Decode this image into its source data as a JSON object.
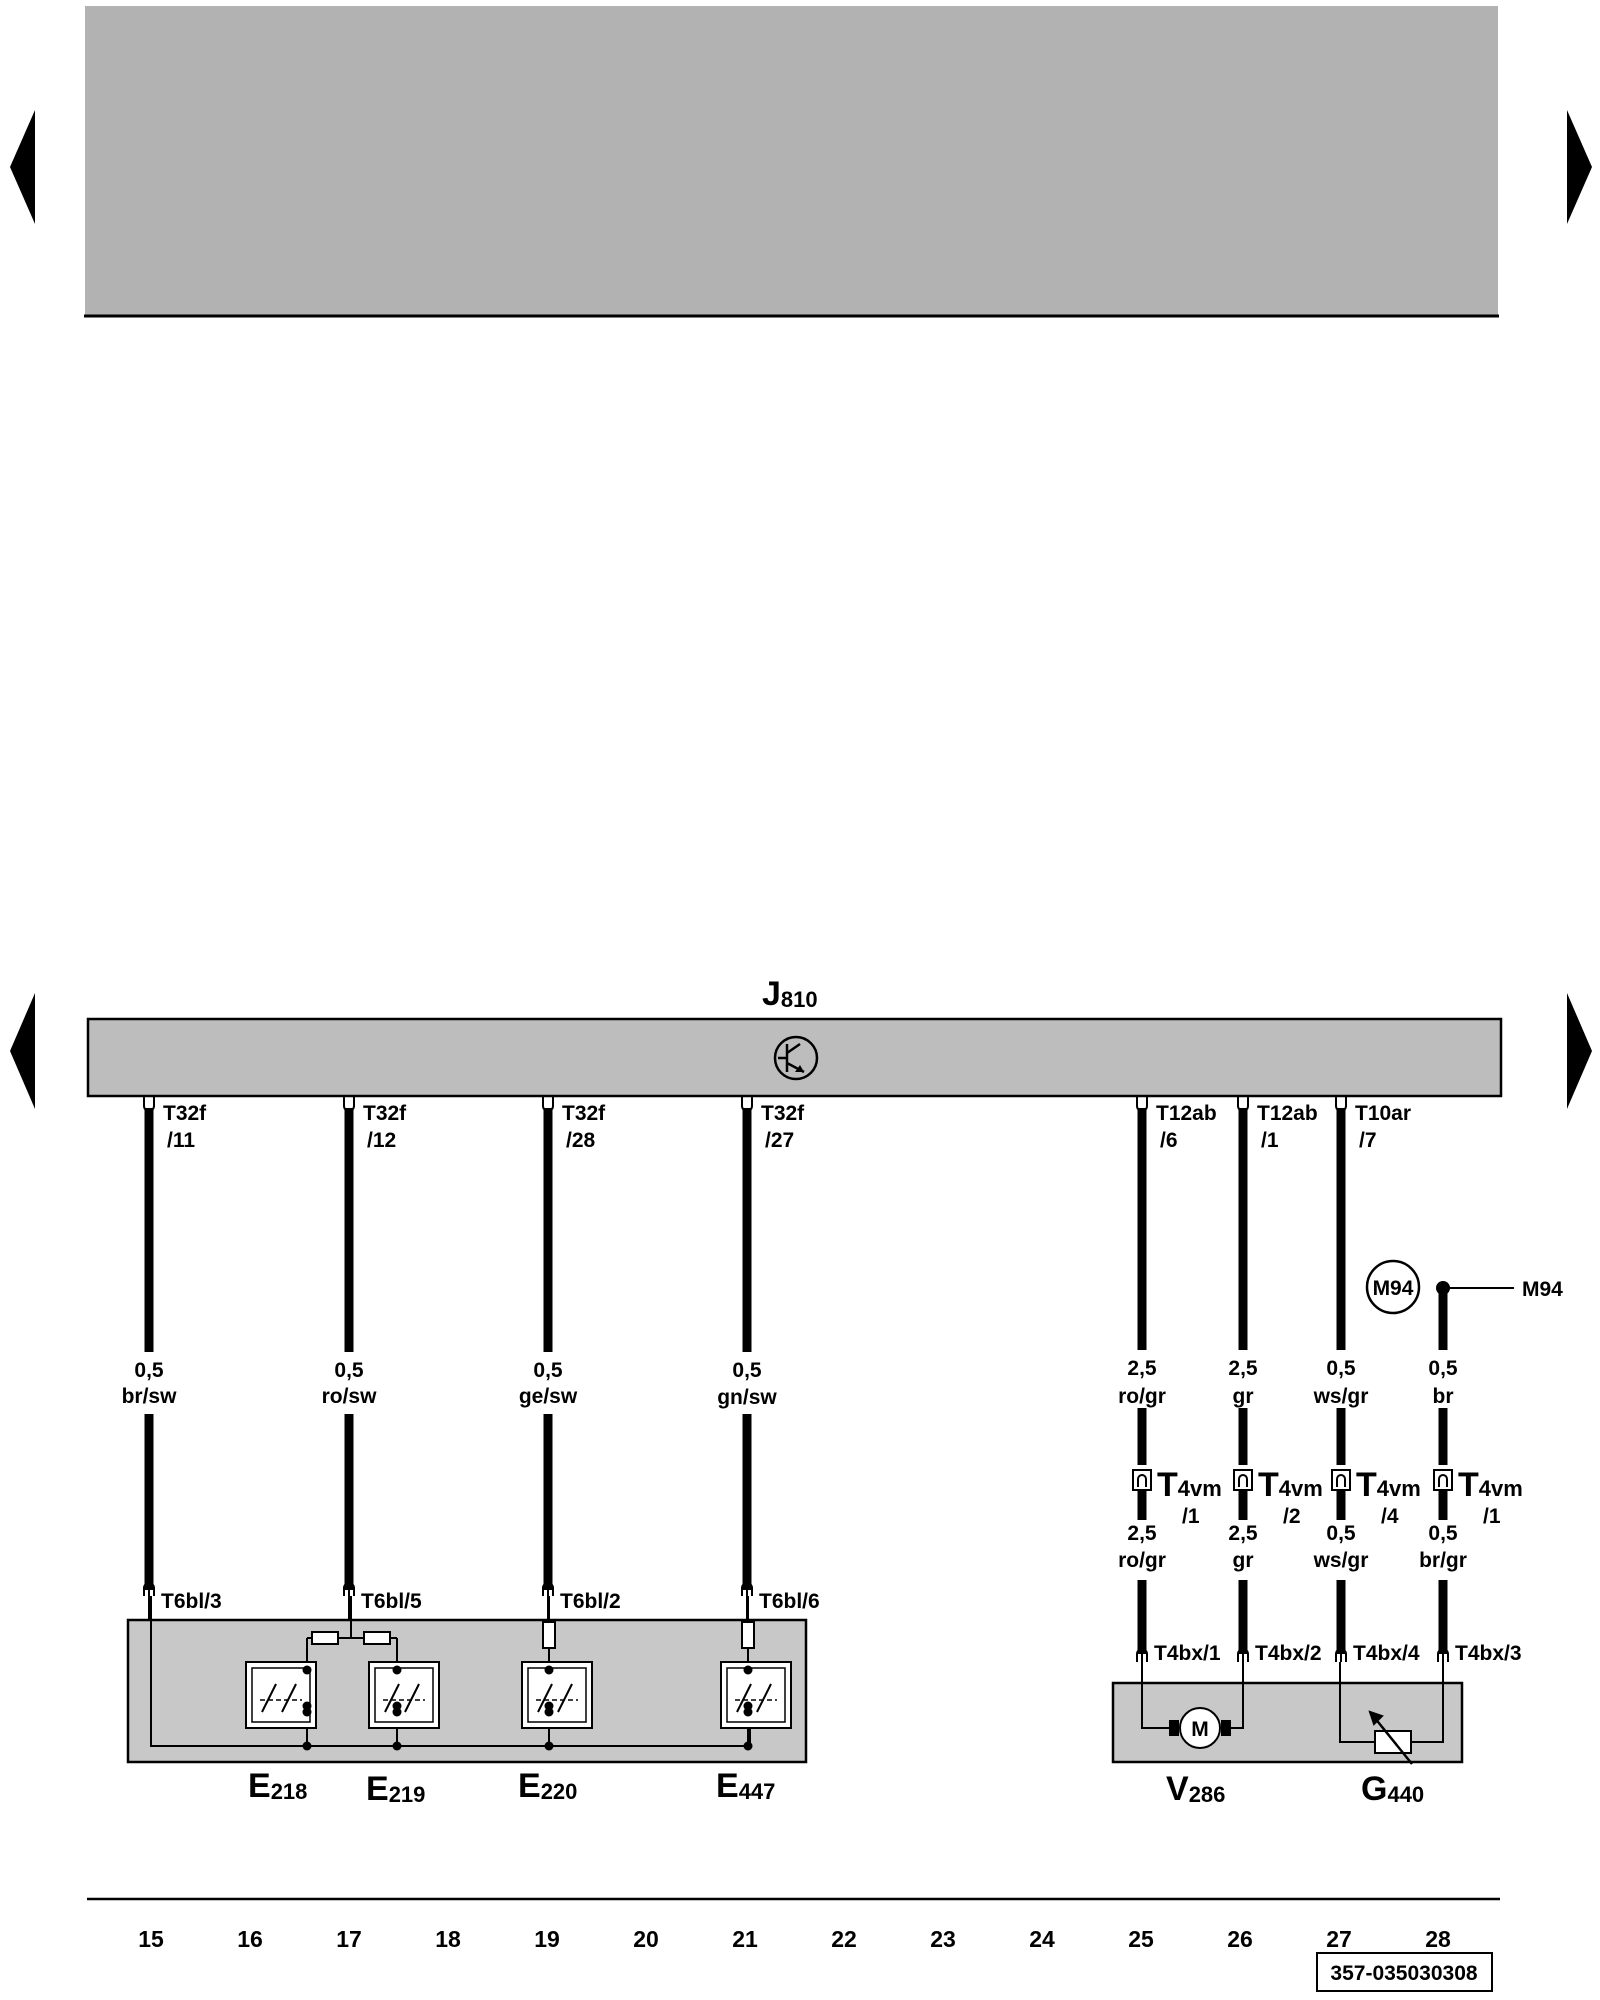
{
  "control_unit": {
    "letter": "J",
    "number": "810"
  },
  "unit_connectors": [
    {
      "conn": "T32f",
      "pin": "/11",
      "size": "0,5",
      "color": "br/sw",
      "bottom": "T6bl/3"
    },
    {
      "conn": "T32f",
      "pin": "/12",
      "size": "0,5",
      "color": "ro/sw",
      "bottom": "T6bl/5"
    },
    {
      "conn": "T32f",
      "pin": "/28",
      "size": "0,5",
      "color": "ge/sw",
      "bottom": "T6bl/2"
    },
    {
      "conn": "T32f",
      "pin": "/27",
      "size": "0,5",
      "color": "gn/sw",
      "bottom": "T6bl/6"
    },
    {
      "conn": "T12ab",
      "pin": "/6",
      "size": "2,5",
      "color": "ro/gr",
      "inline": "T",
      "inline_sub": "4vm",
      "inline_pin": "/1",
      "size2": "2,5",
      "color2": "ro/gr",
      "bottom": "T4bx/1"
    },
    {
      "conn": "T12ab",
      "pin": "/1",
      "size": "2,5",
      "color": "gr",
      "inline": "T",
      "inline_sub": "4vm",
      "inline_pin": "/2",
      "size2": "2,5",
      "color2": "gr",
      "bottom": "T4bx/2"
    },
    {
      "conn": "T10ar",
      "pin": "/7",
      "size": "0,5",
      "color": "ws/gr",
      "inline": "T",
      "inline_sub": "4vm",
      "inline_pin": "/4",
      "size2": "0,5",
      "color2": "ws/gr",
      "bottom": "T4bx/4"
    },
    {
      "conn": "",
      "pin": "",
      "size": "0,5",
      "color": "br",
      "inline": "T",
      "inline_sub": "4vm",
      "inline_pin": "/1",
      "size2": "0,5",
      "color2": "br/gr",
      "bottom": "T4bx/3"
    }
  ],
  "ground": {
    "circle_label": "M94",
    "line_label": "M94"
  },
  "motor_symbol": "M",
  "components": [
    {
      "letter": "E",
      "number": "218"
    },
    {
      "letter": "E",
      "number": "219"
    },
    {
      "letter": "E",
      "number": "220"
    },
    {
      "letter": "E",
      "number": "447"
    },
    {
      "letter": "V",
      "number": "286"
    },
    {
      "letter": "G",
      "number": "440"
    }
  ],
  "grid_numbers": [
    "15",
    "16",
    "17",
    "18",
    "19",
    "20",
    "21",
    "22",
    "23",
    "24",
    "25",
    "26",
    "27",
    "28"
  ],
  "reference": "357-035030308",
  "icons": [
    "prev-page-icon",
    "next-page-icon",
    "transistor-icon",
    "motor-icon",
    "potentiometer-icon",
    "switch-icon"
  ]
}
